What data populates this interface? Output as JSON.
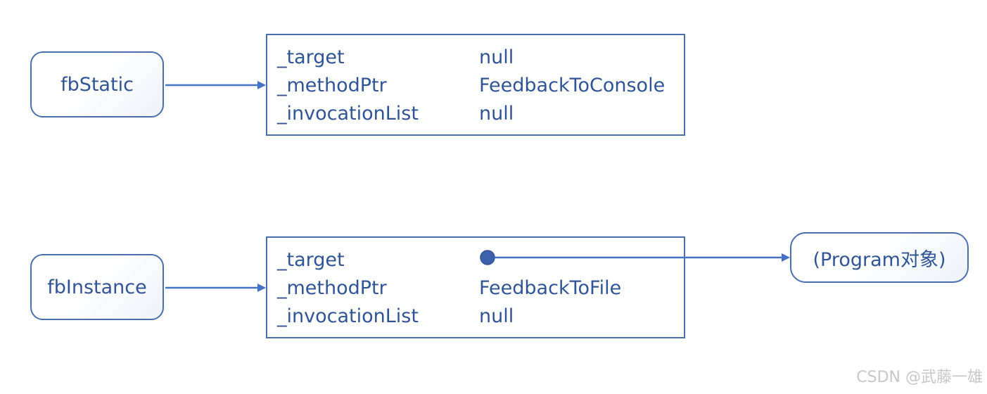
{
  "top": {
    "variable": "fbStatic",
    "fields": [
      {
        "name": "_target",
        "value": "null"
      },
      {
        "name": "_methodPtr",
        "value": "FeedbackToConsole"
      },
      {
        "name": "_invocationList",
        "value": "null"
      }
    ]
  },
  "bottom": {
    "variable": "fbInstance",
    "fields": [
      {
        "name": "_target",
        "value": ""
      },
      {
        "name": "_methodPtr",
        "value": "FeedbackToFile"
      },
      {
        "name": "_invocationList",
        "value": "null"
      }
    ],
    "target_object": "(Program对象)"
  },
  "colors": {
    "line": "#4472c4",
    "border": "#4a6fb0",
    "text": "#2f5597"
  },
  "watermark": "CSDN @武藤一雄"
}
